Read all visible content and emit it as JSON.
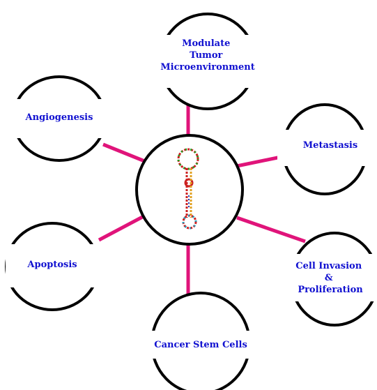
{
  "center": {
    "icon": "rna-hairpin-icon"
  },
  "nodes": [
    {
      "id": "modulate",
      "lines": [
        "Modulate",
        "Tumor",
        "Microenvironment"
      ]
    },
    {
      "id": "angiogenesis",
      "lines": [
        "Angiogenesis"
      ]
    },
    {
      "id": "metastasis",
      "lines": [
        "Metastasis"
      ]
    },
    {
      "id": "apoptosis",
      "lines": [
        "Apoptosis"
      ]
    },
    {
      "id": "invasion",
      "lines": [
        "Cell Invasion",
        "&",
        "Proliferation"
      ]
    },
    {
      "id": "stem",
      "lines": [
        "Cancer Stem Cells"
      ]
    }
  ],
  "colors": {
    "connector": "#e0147a",
    "label": "#1010d0",
    "outline": "#000000",
    "background": "#ffffff"
  }
}
